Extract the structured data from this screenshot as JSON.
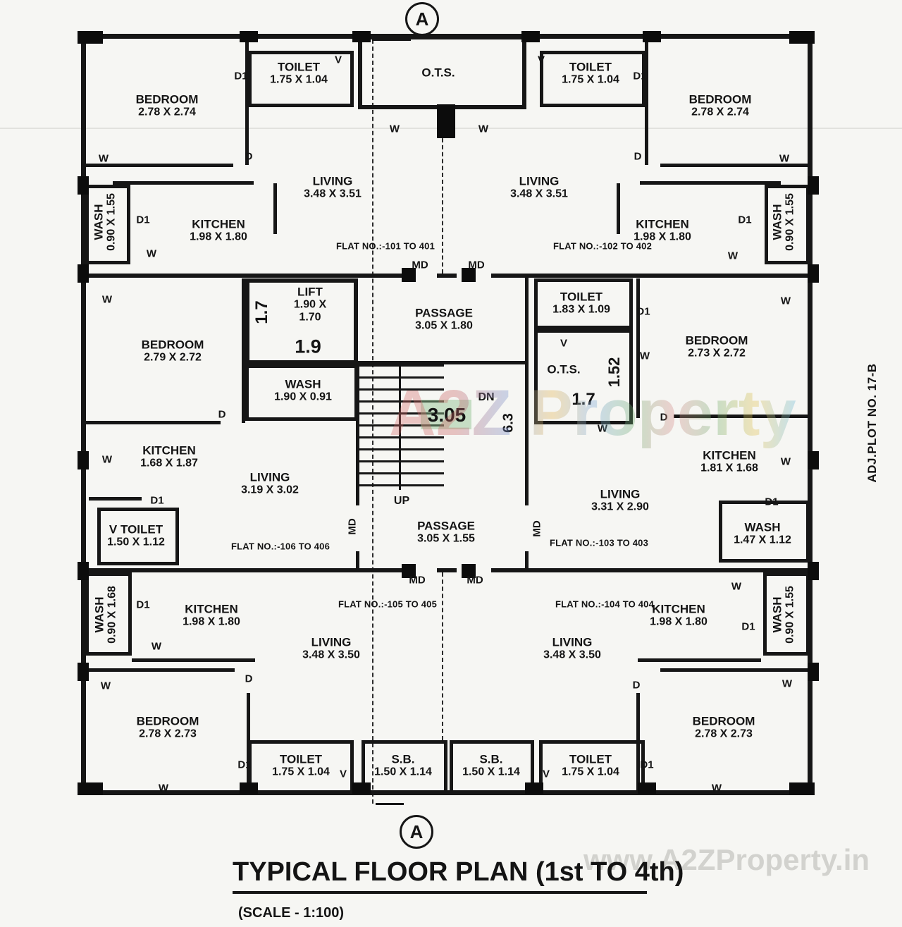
{
  "title": {
    "main": "TYPICAL FLOOR PLAN (1st TO 4th)",
    "scale": "(SCALE - 1:100)"
  },
  "watermarks": {
    "center": "A2Z Property",
    "bottom": "www.A2ZProperty.in"
  },
  "side_note": "ADJ.PLOT NO. 17-B",
  "section_marker": "A",
  "labels": {
    "window": "W",
    "door": "D",
    "door1": "D1",
    "vent": "V",
    "main_door": "MD",
    "down": "DN",
    "up": "UP"
  },
  "dims": {
    "lift_depth": "1.7",
    "lift_width": "1.9",
    "stair_length": "3.05",
    "stair_width": "6.3",
    "ots_width": "1.7",
    "ots_height": "1.52"
  },
  "flats": {
    "f101": "FLAT NO.:-101 TO 401",
    "f102": "FLAT NO.:-102 TO 402",
    "f103": "FLAT NO.:-103 TO 403",
    "f104": "FLAT NO.:-104 TO 404",
    "f105": "FLAT NO.:-105 TO 405",
    "f106": "FLAT NO.:-106 TO 406"
  },
  "rooms": {
    "bedroom_101": {
      "name": "BEDROOM",
      "dims": "2.78 X 2.74"
    },
    "toilet_101": {
      "name": "TOILET",
      "dims": "1.75 X 1.04"
    },
    "ots_top": {
      "name": "O.T.S."
    },
    "toilet_102": {
      "name": "TOILET",
      "dims": "1.75 X 1.04"
    },
    "bedroom_102": {
      "name": "BEDROOM",
      "dims": "2.78 X 2.74"
    },
    "wash_101": {
      "name": "WASH",
      "dims": "0.90 X 1.55"
    },
    "kitchen_101": {
      "name": "KITCHEN",
      "dims": "1.98 X 1.80"
    },
    "living_101": {
      "name": "LIVING",
      "dims": "3.48 X 3.51"
    },
    "living_102": {
      "name": "LIVING",
      "dims": "3.48 X 3.51"
    },
    "kitchen_102": {
      "name": "KITCHEN",
      "dims": "1.98 X 1.80"
    },
    "wash_102": {
      "name": "WASH",
      "dims": "0.90 X 1.55"
    },
    "bedroom_106": {
      "name": "BEDROOM",
      "dims": "2.79 X 2.72"
    },
    "lift": {
      "name": "LIFT",
      "dims1": "1.90 X",
      "dims2": "1.70"
    },
    "wash_mid": {
      "name": "WASH",
      "dims": "1.90 X 0.91"
    },
    "passage_top": {
      "name": "PASSAGE",
      "dims": "3.05 X 1.80"
    },
    "toilet_103": {
      "name": "TOILET",
      "dims": "1.83 X 1.09"
    },
    "ots_mid": {
      "name": "O.T.S."
    },
    "bedroom_103": {
      "name": "BEDROOM",
      "dims": "2.73 X 2.72"
    },
    "kitchen_106": {
      "name": "KITCHEN",
      "dims": "1.68 X 1.87"
    },
    "living_106": {
      "name": "LIVING",
      "dims": "3.19 X 3.02"
    },
    "toilet_106": {
      "name": "V TOILET",
      "dims": "1.50 X 1.12"
    },
    "kitchen_103": {
      "name": "KITCHEN",
      "dims": "1.81 X 1.68"
    },
    "living_103": {
      "name": "LIVING",
      "dims": "3.31 X 2.90"
    },
    "wash_103": {
      "name": "WASH",
      "dims": "1.47 X 1.12"
    },
    "passage_bottom": {
      "name": "PASSAGE",
      "dims": "3.05 X 1.55"
    },
    "wash_105": {
      "name": "WASH",
      "dims": "0.90 X 1.68"
    },
    "kitchen_105": {
      "name": "KITCHEN",
      "dims": "1.98 X 1.80"
    },
    "living_105": {
      "name": "LIVING",
      "dims": "3.48 X 3.50"
    },
    "living_104": {
      "name": "LIVING",
      "dims": "3.48 X 3.50"
    },
    "kitchen_104": {
      "name": "KITCHEN",
      "dims": "1.98 X 1.80"
    },
    "wash_104": {
      "name": "WASH",
      "dims": "0.90 X 1.55"
    },
    "bedroom_105": {
      "name": "BEDROOM",
      "dims": "2.78 X 2.73"
    },
    "toilet_105": {
      "name": "TOILET",
      "dims": "1.75 X 1.04"
    },
    "sb_105": {
      "name": "S.B.",
      "dims": "1.50 X 1.14"
    },
    "sb_104": {
      "name": "S.B.",
      "dims": "1.50 X 1.14"
    },
    "toilet_104": {
      "name": "TOILET",
      "dims": "1.75 X 1.04"
    },
    "bedroom_104": {
      "name": "BEDROOM",
      "dims": "2.78 X 2.73"
    }
  }
}
